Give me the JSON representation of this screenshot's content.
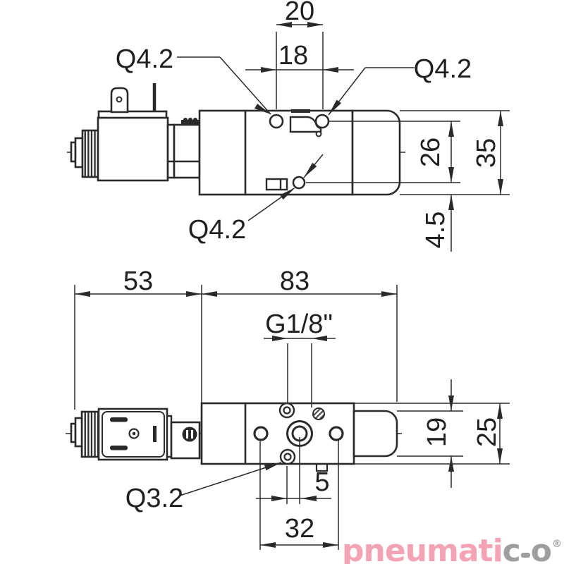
{
  "drawing": {
    "title": "pneumatic-valve-dimension-drawing",
    "line_color": "#2a2a2a",
    "top_view": {
      "dim_width_outer": "20",
      "dim_width_inner": "18",
      "hole_top_left_label": "Q4.2",
      "hole_top_right_label": "Q4.2",
      "hole_bottom_label": "Q4.2",
      "dim_height_ports": "26",
      "dim_height_total": "35",
      "dim_bottom_offset": "4.5"
    },
    "bottom_view": {
      "dim_solenoid_length": "53",
      "dim_body_length": "83",
      "port_thread_label": "G1/8\"",
      "dim_width_inner": "19",
      "dim_width_total": "25",
      "dim_hole_offset": "5",
      "dim_hole_spacing": "32",
      "hole_bottom_label": "Q3.2"
    }
  },
  "logo": {
    "text_pink": "pneumati",
    "text_gray_c": "c",
    "text_gray_o": "o",
    "registered": "®"
  }
}
